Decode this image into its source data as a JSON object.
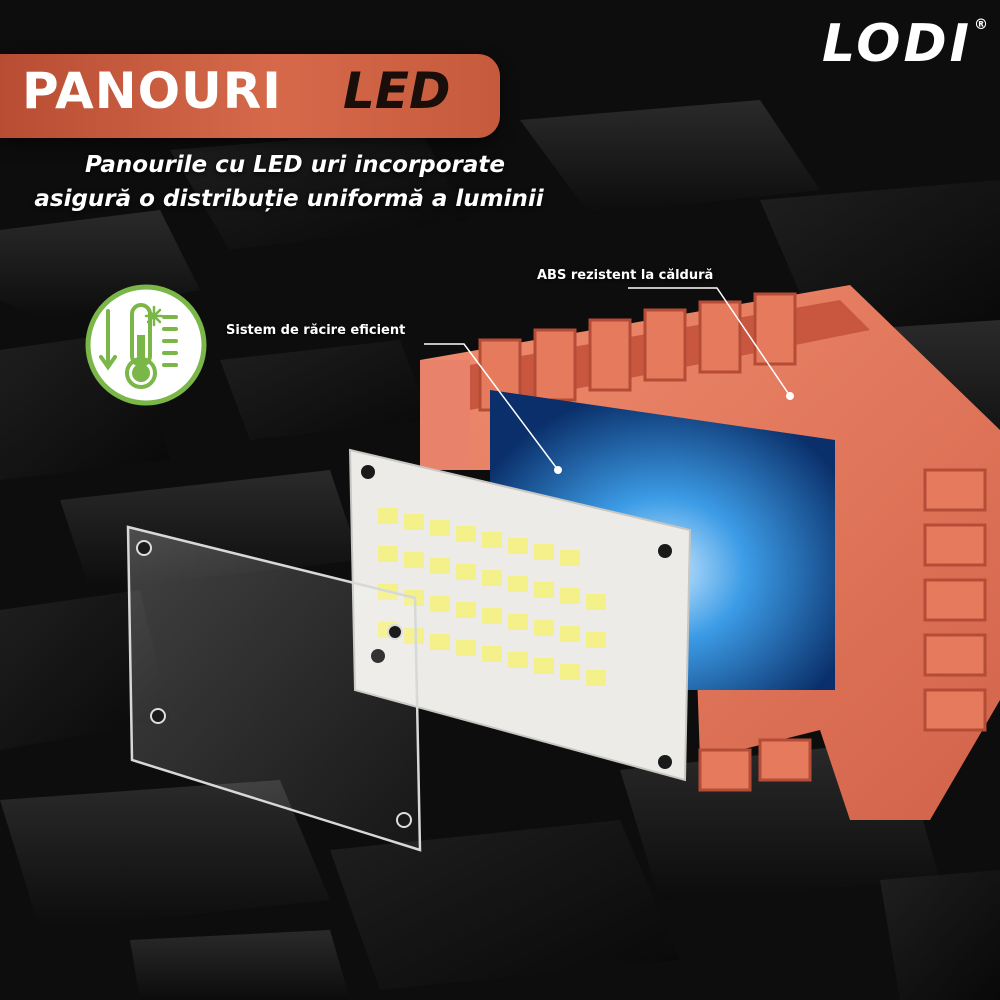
{
  "brand": {
    "logo_text": "LODI",
    "registered_mark": "®"
  },
  "title": {
    "main": "PANOURI",
    "accent": "LED"
  },
  "subtitle": {
    "line1": "Panourile cu LED uri incorporate",
    "line2": "asigură o distribuție uniformă a luminii"
  },
  "callouts": {
    "abs": "ABS rezistent la căldură",
    "cooling": "Sistem de răcire eficient"
  },
  "icons": {
    "cooling_icon": "thermometer-snowflake-icon"
  },
  "colors": {
    "accent_orange": "#d5694a",
    "icon_green": "#7ab648",
    "background": "#0b0b0b"
  }
}
